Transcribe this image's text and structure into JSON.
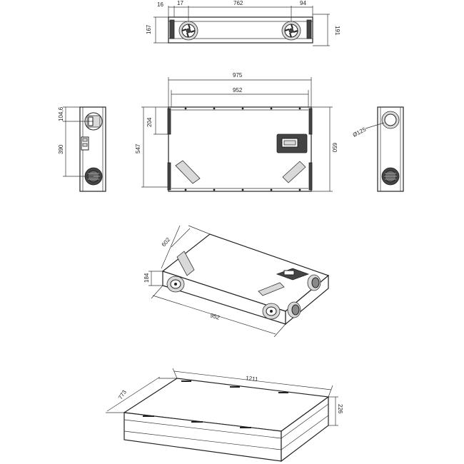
{
  "views": {
    "top": {
      "d_16": "16",
      "d_17": "17",
      "d_762": "762",
      "d_94": "94",
      "d_167": "167",
      "d_191": "191"
    },
    "plan": {
      "d_975": "975",
      "d_952": "952",
      "d_204": "204",
      "d_547": "547",
      "d_650": "650"
    },
    "left": {
      "d_104_6": "104,6",
      "d_390": "390"
    },
    "right": {
      "d_dia125": "Ø125"
    },
    "iso": {
      "d_602": "602",
      "d_184": "184",
      "d_952": "952"
    },
    "pack": {
      "d_1211": "1211",
      "d_773": "773",
      "d_226": "226"
    }
  }
}
